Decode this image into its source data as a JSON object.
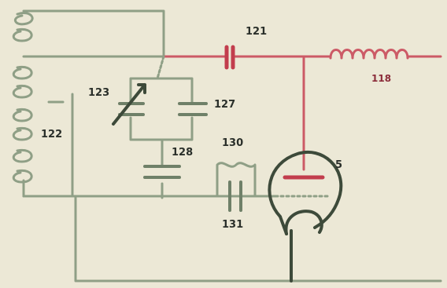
{
  "labels": {
    "c121": "121",
    "c123": "123",
    "l122": "122",
    "c127": "127",
    "c128": "128",
    "c130": "130",
    "c131": "131",
    "l118": "118",
    "tube": "5"
  },
  "colors": {
    "background": "#ece8d6",
    "wire_green": "#8f9f86",
    "wire_red": "#cc5a66",
    "component_dark": "#3d4a3a"
  }
}
